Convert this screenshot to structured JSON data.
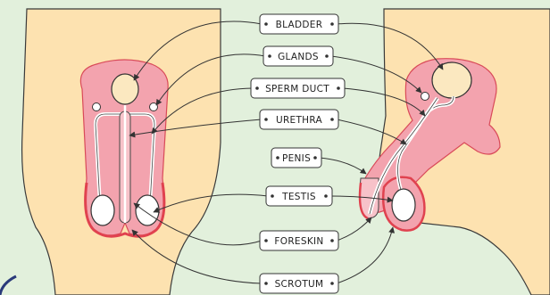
{
  "labels": [
    {
      "id": "bladder",
      "text": "BLADDER"
    },
    {
      "id": "glands",
      "text": "GLANDS"
    },
    {
      "id": "sperm_duct",
      "text": "SPERM DUCT"
    },
    {
      "id": "urethra",
      "text": "URETHRA"
    },
    {
      "id": "penis",
      "text": "PENIS"
    },
    {
      "id": "testis",
      "text": "TESTIS"
    },
    {
      "id": "foreskin",
      "text": "FORESKIN"
    },
    {
      "id": "scrotum",
      "text": "SCROTUM"
    }
  ],
  "colors": {
    "background": "#e2f0dc",
    "skin": "#fde2b0",
    "tissue": "#f3a3ae",
    "tissue_edge": "#e0424f",
    "label_fill": "#ffffff",
    "line": "#333333"
  }
}
